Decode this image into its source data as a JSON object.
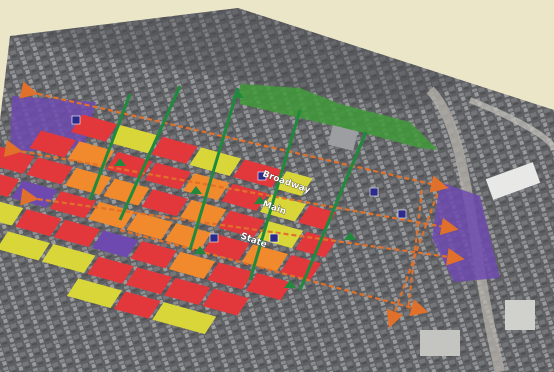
{
  "map": {
    "street_labels": [
      "Broadway",
      "Main",
      "State"
    ],
    "legend_colors": {
      "red_blocks": "#e2383c",
      "orange_blocks": "#f08a2c",
      "yellow_blocks": "#d9d63a",
      "purple_blocks": "#6e4ab0",
      "green_blocks": "#3f9a38",
      "corridor_arrows": "#e0702a",
      "pedestrian_arrows": "#1f8a3c",
      "nodes": "#2c2a8a"
    },
    "background_color": "#ece6c9"
  }
}
